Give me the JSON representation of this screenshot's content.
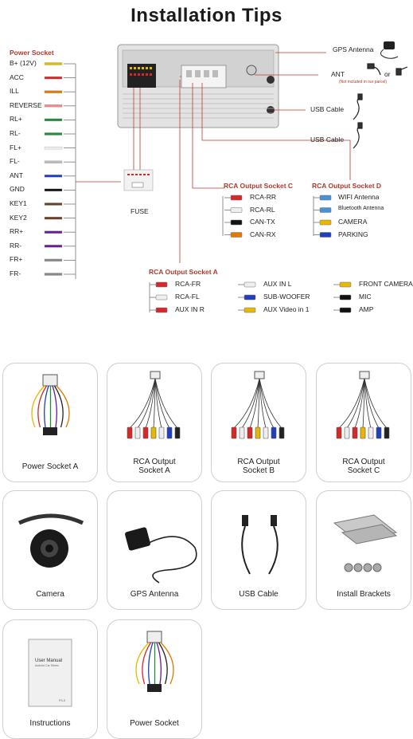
{
  "title": "Installation Tips",
  "colors": {
    "accent_red": "#c0392b",
    "wire_line": "#444444",
    "card_border": "#cfcfcf"
  },
  "power_socket": {
    "heading": "Power Socket",
    "wires": [
      {
        "label": "B+ (12V)",
        "color": "#e6b800"
      },
      {
        "label": "ACC",
        "color": "#d62828"
      },
      {
        "label": "ILL",
        "color": "#e07a00"
      },
      {
        "label": "REVERSE",
        "color": "#f28b82"
      },
      {
        "label": "RL+",
        "color": "#1e8a3a"
      },
      {
        "label": "RL-",
        "color": "#1e8a3a"
      },
      {
        "label": "FL+",
        "color": "#eeeeee"
      },
      {
        "label": "FL-",
        "color": "#bbbbbb"
      },
      {
        "label": "ANT",
        "color": "#1f3fbf"
      },
      {
        "label": "GND",
        "color": "#111111"
      },
      {
        "label": "KEY1",
        "color": "#6b3e26"
      },
      {
        "label": "KEY2",
        "color": "#6b3e26"
      },
      {
        "label": "RR+",
        "color": "#6a1b9a"
      },
      {
        "label": "RR-",
        "color": "#6a1b9a"
      },
      {
        "label": "FR+",
        "color": "#888888"
      },
      {
        "label": "FR-",
        "color": "#888888"
      }
    ]
  },
  "right_connections": {
    "gps": "GPS Antenna",
    "ant": "ANT",
    "ant_note": "(Not included in our parcel)",
    "or": "or",
    "usb1": "USB Cable",
    "usb2": "USB Cable"
  },
  "fuse": "FUSE",
  "rca_c": {
    "heading": "RCA Output Socket C",
    "items": [
      {
        "label": "RCA-RR",
        "color": "#d62828"
      },
      {
        "label": "RCA-RL",
        "color": "#eeeeee"
      },
      {
        "label": "CAN-TX",
        "color": "#111111"
      },
      {
        "label": "CAN-RX",
        "color": "#e07a00"
      }
    ]
  },
  "rca_d": {
    "heading": "RCA Output Socket D",
    "items": [
      {
        "label": "WIFI Antenna",
        "color": "#4a90d9"
      },
      {
        "label": "Bluetooth Antenna",
        "color": "#4a90d9"
      },
      {
        "label": "CAMERA",
        "color": "#e6b800"
      },
      {
        "label": "PARKING",
        "color": "#1f3fbf"
      }
    ]
  },
  "rca_a": {
    "heading": "RCA Output Socket A",
    "col1": [
      {
        "label": "RCA-FR",
        "color": "#d62828"
      },
      {
        "label": "RCA-FL",
        "color": "#eeeeee"
      },
      {
        "label": "AUX IN R",
        "color": "#d62828"
      }
    ],
    "col2": [
      {
        "label": "AUX IN L",
        "color": "#eeeeee"
      },
      {
        "label": "SUB-WOOFER",
        "color": "#1f3fbf"
      },
      {
        "label": "AUX Video in 1",
        "color": "#e6b800"
      }
    ],
    "col3": [
      {
        "label": "FRONT CAMERA",
        "color": "#e6b800"
      },
      {
        "label": "MIC",
        "color": "#111111"
      },
      {
        "label": "AMP",
        "color": "#111111"
      }
    ]
  },
  "accessories": [
    {
      "name": "Power Socket A",
      "icon": "harness-icon"
    },
    {
      "name": "RCA Output\nSocket A",
      "icon": "rca-cable-icon"
    },
    {
      "name": "RCA Output\nSocket B",
      "icon": "rca-cable-icon"
    },
    {
      "name": "RCA Output\nSocket C",
      "icon": "rca-cable-icon"
    },
    {
      "name": "Camera",
      "icon": "camera-icon"
    },
    {
      "name": "GPS Antenna",
      "icon": "gps-antenna-icon"
    },
    {
      "name": "USB Cable",
      "icon": "usb-cable-icon"
    },
    {
      "name": "Install Brackets",
      "icon": "bracket-icon"
    },
    {
      "name": "Instructions",
      "icon": "manual-icon",
      "cover_text": [
        "User Manual",
        "Android Car Stereo"
      ],
      "footer_text": "PS-S"
    },
    {
      "name": "Power Socket",
      "icon": "harness-icon"
    }
  ]
}
